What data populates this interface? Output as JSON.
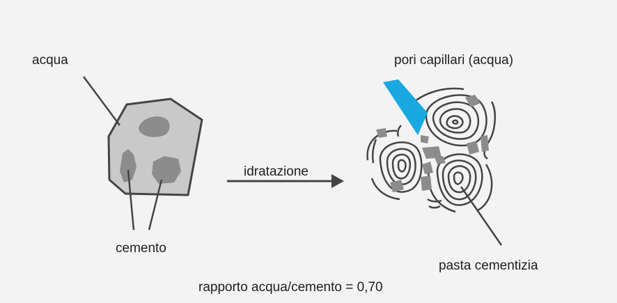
{
  "labels": {
    "acqua": "acqua",
    "cemento": "cemento",
    "idratazione": "idratazione",
    "pori_capillari": "pori capillari (acqua)",
    "pasta_cementizia": "pasta cementizia",
    "rapporto": "rapporto acqua/cemento = 0,70"
  },
  "colors": {
    "background": "#f3f3f3",
    "stroke": "#444444",
    "particle_fill": "#c9c9c9",
    "grain_fill": "#8c8c8c",
    "capillary_pore": "#1aa8e0"
  }
}
